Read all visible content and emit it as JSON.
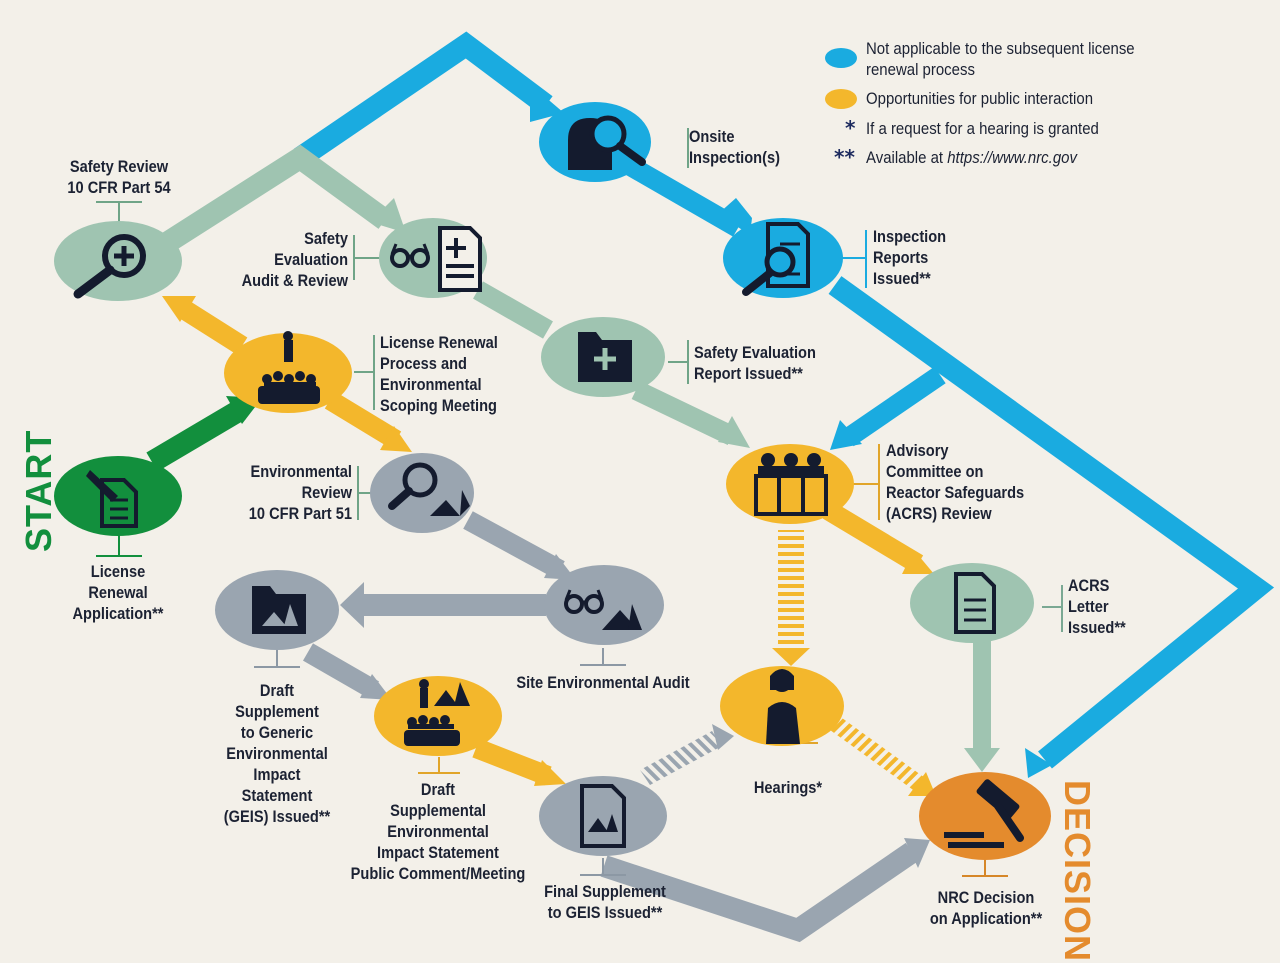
{
  "colors": {
    "background": "#f3f0e9",
    "blue": "#1aabe0",
    "orange_yellow": "#f3b72c",
    "sage": "#9fc4b1",
    "gray": "#9aa5b0",
    "green": "#128f3d",
    "decision_orange": "#e48b2d",
    "icon_dark": "#141b2e"
  },
  "legend": {
    "blue_text": "Not applicable to the subsequent license\nrenewal process",
    "yellow_text": "Opportunities for public interaction",
    "star_symbol": "*",
    "star_text": "If a request for a hearing is granted",
    "double_star_symbol": "**",
    "double_star_prefix": "Available at ",
    "double_star_url": "https://www.nrc.gov"
  },
  "start_label": "START",
  "decision_label": "DECISION",
  "nodes": {
    "application": {
      "label": "License\nRenewal\nApplication**",
      "icon": "document-pen-icon"
    },
    "safety_review": {
      "label": "Safety Review\n10 CFR Part 54",
      "icon": "magnifier-plus-icon"
    },
    "scoping_meeting": {
      "label": "License Renewal\nProcess and\nEnvironmental\nScoping Meeting",
      "icon": "meeting-icon"
    },
    "safety_audit": {
      "label": "Safety\nEvaluation\nAudit & Review",
      "icon": "glasses-document-icon"
    },
    "onsite_inspection": {
      "label": "Onsite\nInspection(s)",
      "icon": "inspection-icon"
    },
    "inspection_reports": {
      "label": "Inspection\nReports\nIssued**",
      "icon": "report-magnifier-icon"
    },
    "ser_issued": {
      "label": "Safety Evaluation\nReport Issued**",
      "icon": "folder-plus-icon"
    },
    "env_review": {
      "label": "Environmental\nReview\n10 CFR Part 51",
      "icon": "magnifier-trees-icon"
    },
    "site_audit": {
      "label": "Site Environmental Audit",
      "icon": "glasses-trees-icon"
    },
    "draft_geis": {
      "label": "Draft\nSupplement\nto Generic\nEnvironmental\nImpact\nStatement\n(GEIS) Issued**",
      "icon": "folder-trees-icon"
    },
    "draft_meeting": {
      "label": "Draft\nSupplemental\nEnvironmental\nImpact Statement\nPublic Comment/Meeting",
      "icon": "meeting-trees-icon"
    },
    "final_geis": {
      "label": "Final Supplement\nto GEIS Issued**",
      "icon": "document-trees-icon"
    },
    "acrs_review": {
      "label": "Advisory\nCommittee on\nReactor Safeguards\n(ACRS) Review",
      "icon": "committee-icon"
    },
    "acrs_letter": {
      "label": "ACRS\nLetter\nIssued**",
      "icon": "letter-icon"
    },
    "hearings": {
      "label": "Hearings*",
      "icon": "judge-icon"
    },
    "decision": {
      "label": "NRC Decision\non Application**",
      "icon": "gavel-icon"
    }
  }
}
